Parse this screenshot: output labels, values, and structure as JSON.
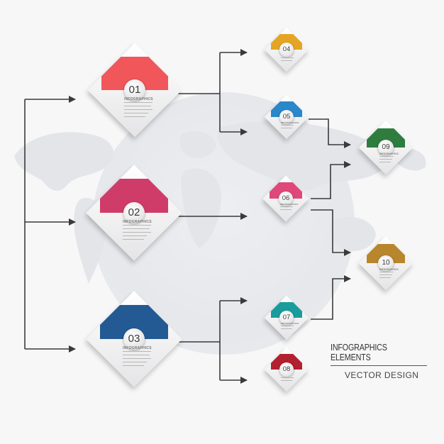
{
  "title": "INFOGRAPHICS ELEMENTS",
  "subtitle": "VECTOR DESIGN",
  "node_label": "INFOGRAPHICS",
  "colors": {
    "red": "#f0565a",
    "magenta": "#cf3c6a",
    "navy": "#245a93",
    "gold": "#e5a524",
    "blue": "#2a87c9",
    "pink": "#e0487a",
    "teal": "#1b9c9c",
    "crimson": "#b3202f",
    "green": "#2e7d3f",
    "brown": "#b8862c",
    "arrow": "#3a3a3a"
  },
  "nodes": [
    {
      "id": "01",
      "color": "red",
      "label": "INFOGRAPHICS"
    },
    {
      "id": "02",
      "color": "magenta",
      "label": "INFOGRAPHICS"
    },
    {
      "id": "03",
      "color": "navy",
      "label": "INFOGRAPHICS"
    },
    {
      "id": "04",
      "color": "gold",
      "label": ""
    },
    {
      "id": "05",
      "color": "blue",
      "label": "INFOGRAPHICS"
    },
    {
      "id": "06",
      "color": "pink",
      "label": "INFOGRAPHICS"
    },
    {
      "id": "07",
      "color": "teal",
      "label": "INFOGRAPHICS"
    },
    {
      "id": "08",
      "color": "crimson",
      "label": ""
    },
    {
      "id": "09",
      "color": "green",
      "label": "INFOGRAPHICS"
    },
    {
      "id": "10",
      "color": "brown",
      "label": "INFOGRAPHICS"
    }
  ],
  "edges": [
    [
      "root",
      "01"
    ],
    [
      "root",
      "02"
    ],
    [
      "root",
      "03"
    ],
    [
      "01",
      "04"
    ],
    [
      "01",
      "05"
    ],
    [
      "02",
      "06"
    ],
    [
      "03",
      "07"
    ],
    [
      "03",
      "08"
    ],
    [
      "05",
      "09"
    ],
    [
      "06",
      "09"
    ],
    [
      "06",
      "10"
    ],
    [
      "07",
      "10"
    ]
  ]
}
